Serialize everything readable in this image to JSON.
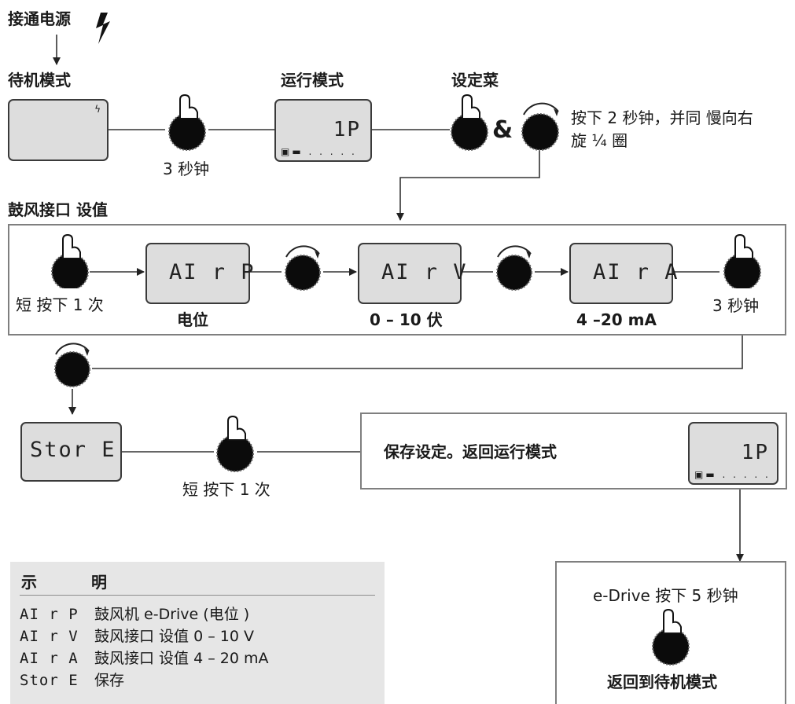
{
  "power_on": "接通电源",
  "standby_mode": "待机模式",
  "run_mode": "运行模式",
  "settings_menu": "设定菜",
  "amp": "&",
  "press_rotate_line1": "按下 2 秒钟，并同 慢向右",
  "press_rotate_line2": "旋 ¼ 圈",
  "hold_3s": "3 秒钟",
  "blower_section_title": "鼓风接口 设值",
  "short_press_once": "短 按下 1 次",
  "display_run": "1P",
  "display_airp": "AI r P",
  "display_airv": "AI r V",
  "display_aira": "AI r A",
  "display_store": "Stor E",
  "label_potentiometer": "电位",
  "label_0_10": "0 – 10 伏",
  "label_4_20": "4 –20 mA",
  "hold_3s_right": "3 秒钟",
  "save_return": "保存设定。返回运行模式",
  "short_press_once_2": "短 按下 1 次",
  "edrive_press": "e-Drive 按下 5 秒钟",
  "return_standby": "返回到待机模式",
  "legend": {
    "col1": "示",
    "col2": "明",
    "rows": [
      {
        "code": "AI r P",
        "text": "鼓风机 e-Drive (电位 )"
      },
      {
        "code": "AI r V",
        "text": "鼓风接口 设值 0 – 10 V"
      },
      {
        "code": "AI r A",
        "text": "鼓风接口 设值 4 – 20 mA"
      },
      {
        "code": "Stor E",
        "text": "保存"
      }
    ]
  }
}
